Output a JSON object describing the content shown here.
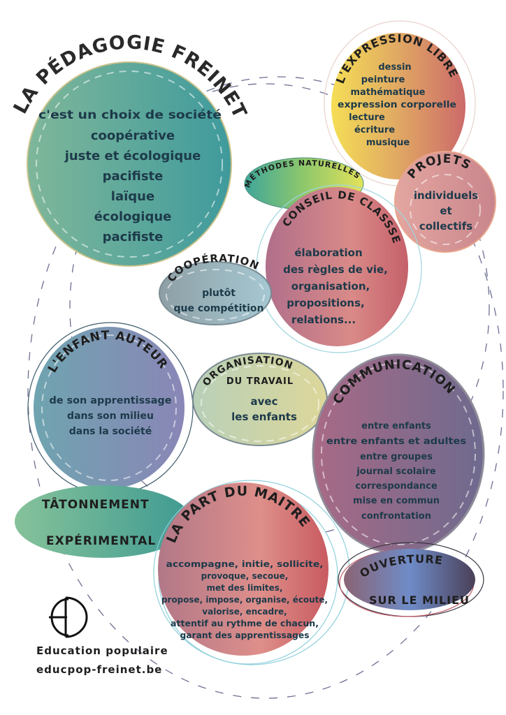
{
  "title": "LA PÉDAGOGIE FREINET",
  "main": {
    "intro": "c'est un choix de société",
    "items": [
      "coopérative",
      "juste et écologique",
      "pacifiste",
      "laïque",
      "écologique",
      "pacifiste"
    ]
  },
  "expression_libre": {
    "title": "L'EXPRESSION LIBRE",
    "items": [
      "dessin",
      "peinture",
      "mathématique",
      "expression corporelle",
      "lecture",
      "écriture",
      "musique"
    ]
  },
  "projets": {
    "title": "PROJETS",
    "items": [
      "individuels",
      "et",
      "collectifs"
    ]
  },
  "methodes": {
    "title": "MÉTHODES NATURELLES"
  },
  "conseil": {
    "title": "CONSEIL DE CLASSSE",
    "items": [
      "élaboration",
      "des règles de vie,",
      "organisation,",
      "propositions,",
      "relations..."
    ]
  },
  "cooperation": {
    "title": "COOPÉRATION",
    "items": [
      "plutôt",
      "que compétition"
    ]
  },
  "enfant_auteur": {
    "title": "L'ENFANT AUTEUR",
    "items": [
      "de son apprentissage",
      "dans son milieu",
      "dans la société"
    ]
  },
  "organisation": {
    "title_1": "ORGANISATION",
    "title_2": "DU TRAVAIL",
    "items": [
      "avec",
      "les enfants"
    ]
  },
  "communication": {
    "title": "COMMUNICATION",
    "items": [
      "entre enfants",
      "entre enfants et adultes",
      "entre groupes",
      "journal scolaire",
      "correspondance",
      "mise en commun",
      "confrontation"
    ]
  },
  "tatonnement": {
    "line_1": "TÂTONNEMENT",
    "line_2": "EXPÉRIMENTAL"
  },
  "part_du_maitre": {
    "title": "LA PART DU MAITRE",
    "items": [
      "accompagne, initie, sollicite,",
      "provoque, secoue,",
      "met des limites,",
      "propose, impose, organise, écoute,",
      "valorise, encadre,",
      "attentif au rythme de chacun,",
      "garant des apprentissages"
    ]
  },
  "ouverture": {
    "line_1": "OUVERTURE",
    "line_2": "SUR LE MILIEU"
  },
  "footer": {
    "logo": "ED",
    "org": "Education populaire",
    "site": "educpop-freinet.be"
  }
}
